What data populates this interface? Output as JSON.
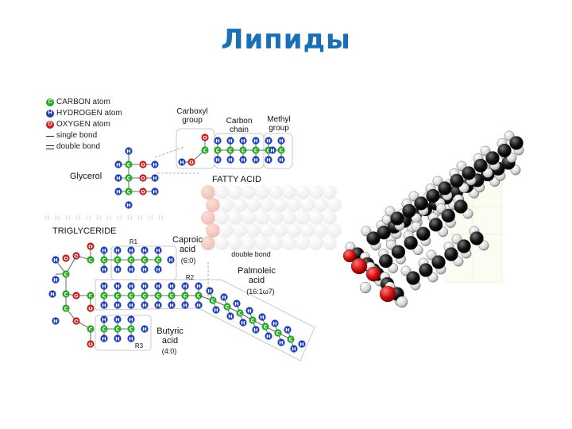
{
  "slide": {
    "title": "Липиды"
  },
  "legend": {
    "carbon": "CARBON atom",
    "hydrogen": "HYDROGEN atom",
    "oxygen": "OXYGEN atom",
    "single": "single bond",
    "double": "double bond",
    "symbol_c": "C",
    "symbol_h": "H",
    "symbol_o": "O"
  },
  "labels": {
    "carboxyl": "Carboxyl group",
    "carbon_chain": "Carbon chain",
    "methyl": "Methyl group",
    "glycerol": "Glycerol",
    "fatty_acid": "FATTY ACID",
    "triglyceride": "TRIGLYCERIDE",
    "caproic": "Caproic acid",
    "caproic_code": "(6:0)",
    "double_bond": "double bond",
    "palmoleic": "Palmoleic acid",
    "palmoleic_code": "(16:1ω7)",
    "butyric": "Butyric acid",
    "butyric_code": "(4:0)",
    "r1": "R1",
    "r2": "R2",
    "r3": "R3"
  },
  "colors": {
    "title": "#1a6fb5",
    "carbon": "#2aa82a",
    "hydrogen": "#1f3fb8",
    "oxygen": "#c81e1e"
  }
}
